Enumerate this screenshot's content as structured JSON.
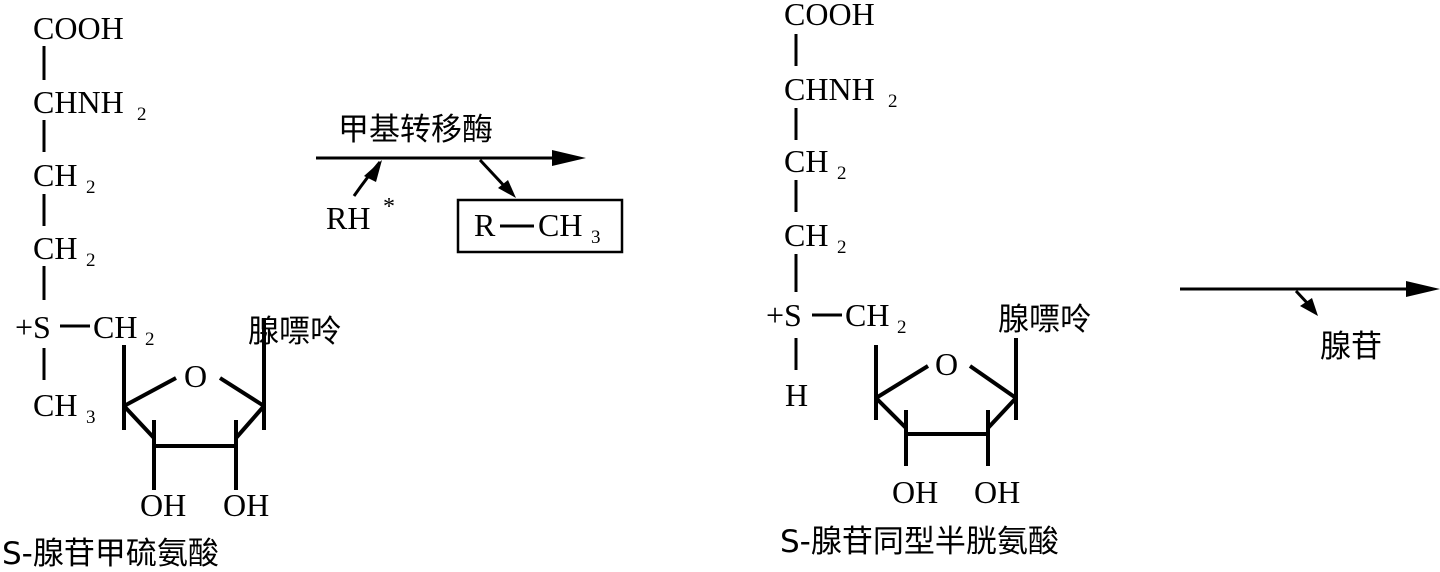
{
  "left_molecule": {
    "cooh": "COOH",
    "chnh": "CHNH",
    "nh_sub": "2",
    "ch_a": "CH",
    "ch_a_sub": "2",
    "ch_b": "CH",
    "ch_b_sub": "2",
    "s_plus": "+S",
    "ch2_s": "CH",
    "ch2_s_sub": "2",
    "ch3": "CH",
    "ch3_sub": "3",
    "ring_o": "O",
    "oh_left": "OH",
    "oh_right": "OH",
    "adenine": "腺嘌呤",
    "name": "S-腺苷甲硫氨酸"
  },
  "reaction": {
    "enzyme": "甲基转移酶",
    "substrate": "RH",
    "substrate_mark": "*",
    "product_r": "R",
    "product_ch": "CH",
    "product_sub": "3"
  },
  "right_molecule": {
    "cooh": "COOH",
    "chnh": "CHNH",
    "nh_sub": "2",
    "ch_a": "CH",
    "ch_a_sub": "2",
    "ch_b": "CH",
    "ch_b_sub": "2",
    "s_plus": "+S",
    "ch2_s": "CH",
    "ch2_s_sub": "2",
    "h": "H",
    "ring_o": "O",
    "oh_left": "OH",
    "oh_right": "OH",
    "adenine": "腺嘌呤",
    "name": "S-腺苷同型半胱氨酸"
  },
  "second_reaction": {
    "product": "腺苷"
  }
}
